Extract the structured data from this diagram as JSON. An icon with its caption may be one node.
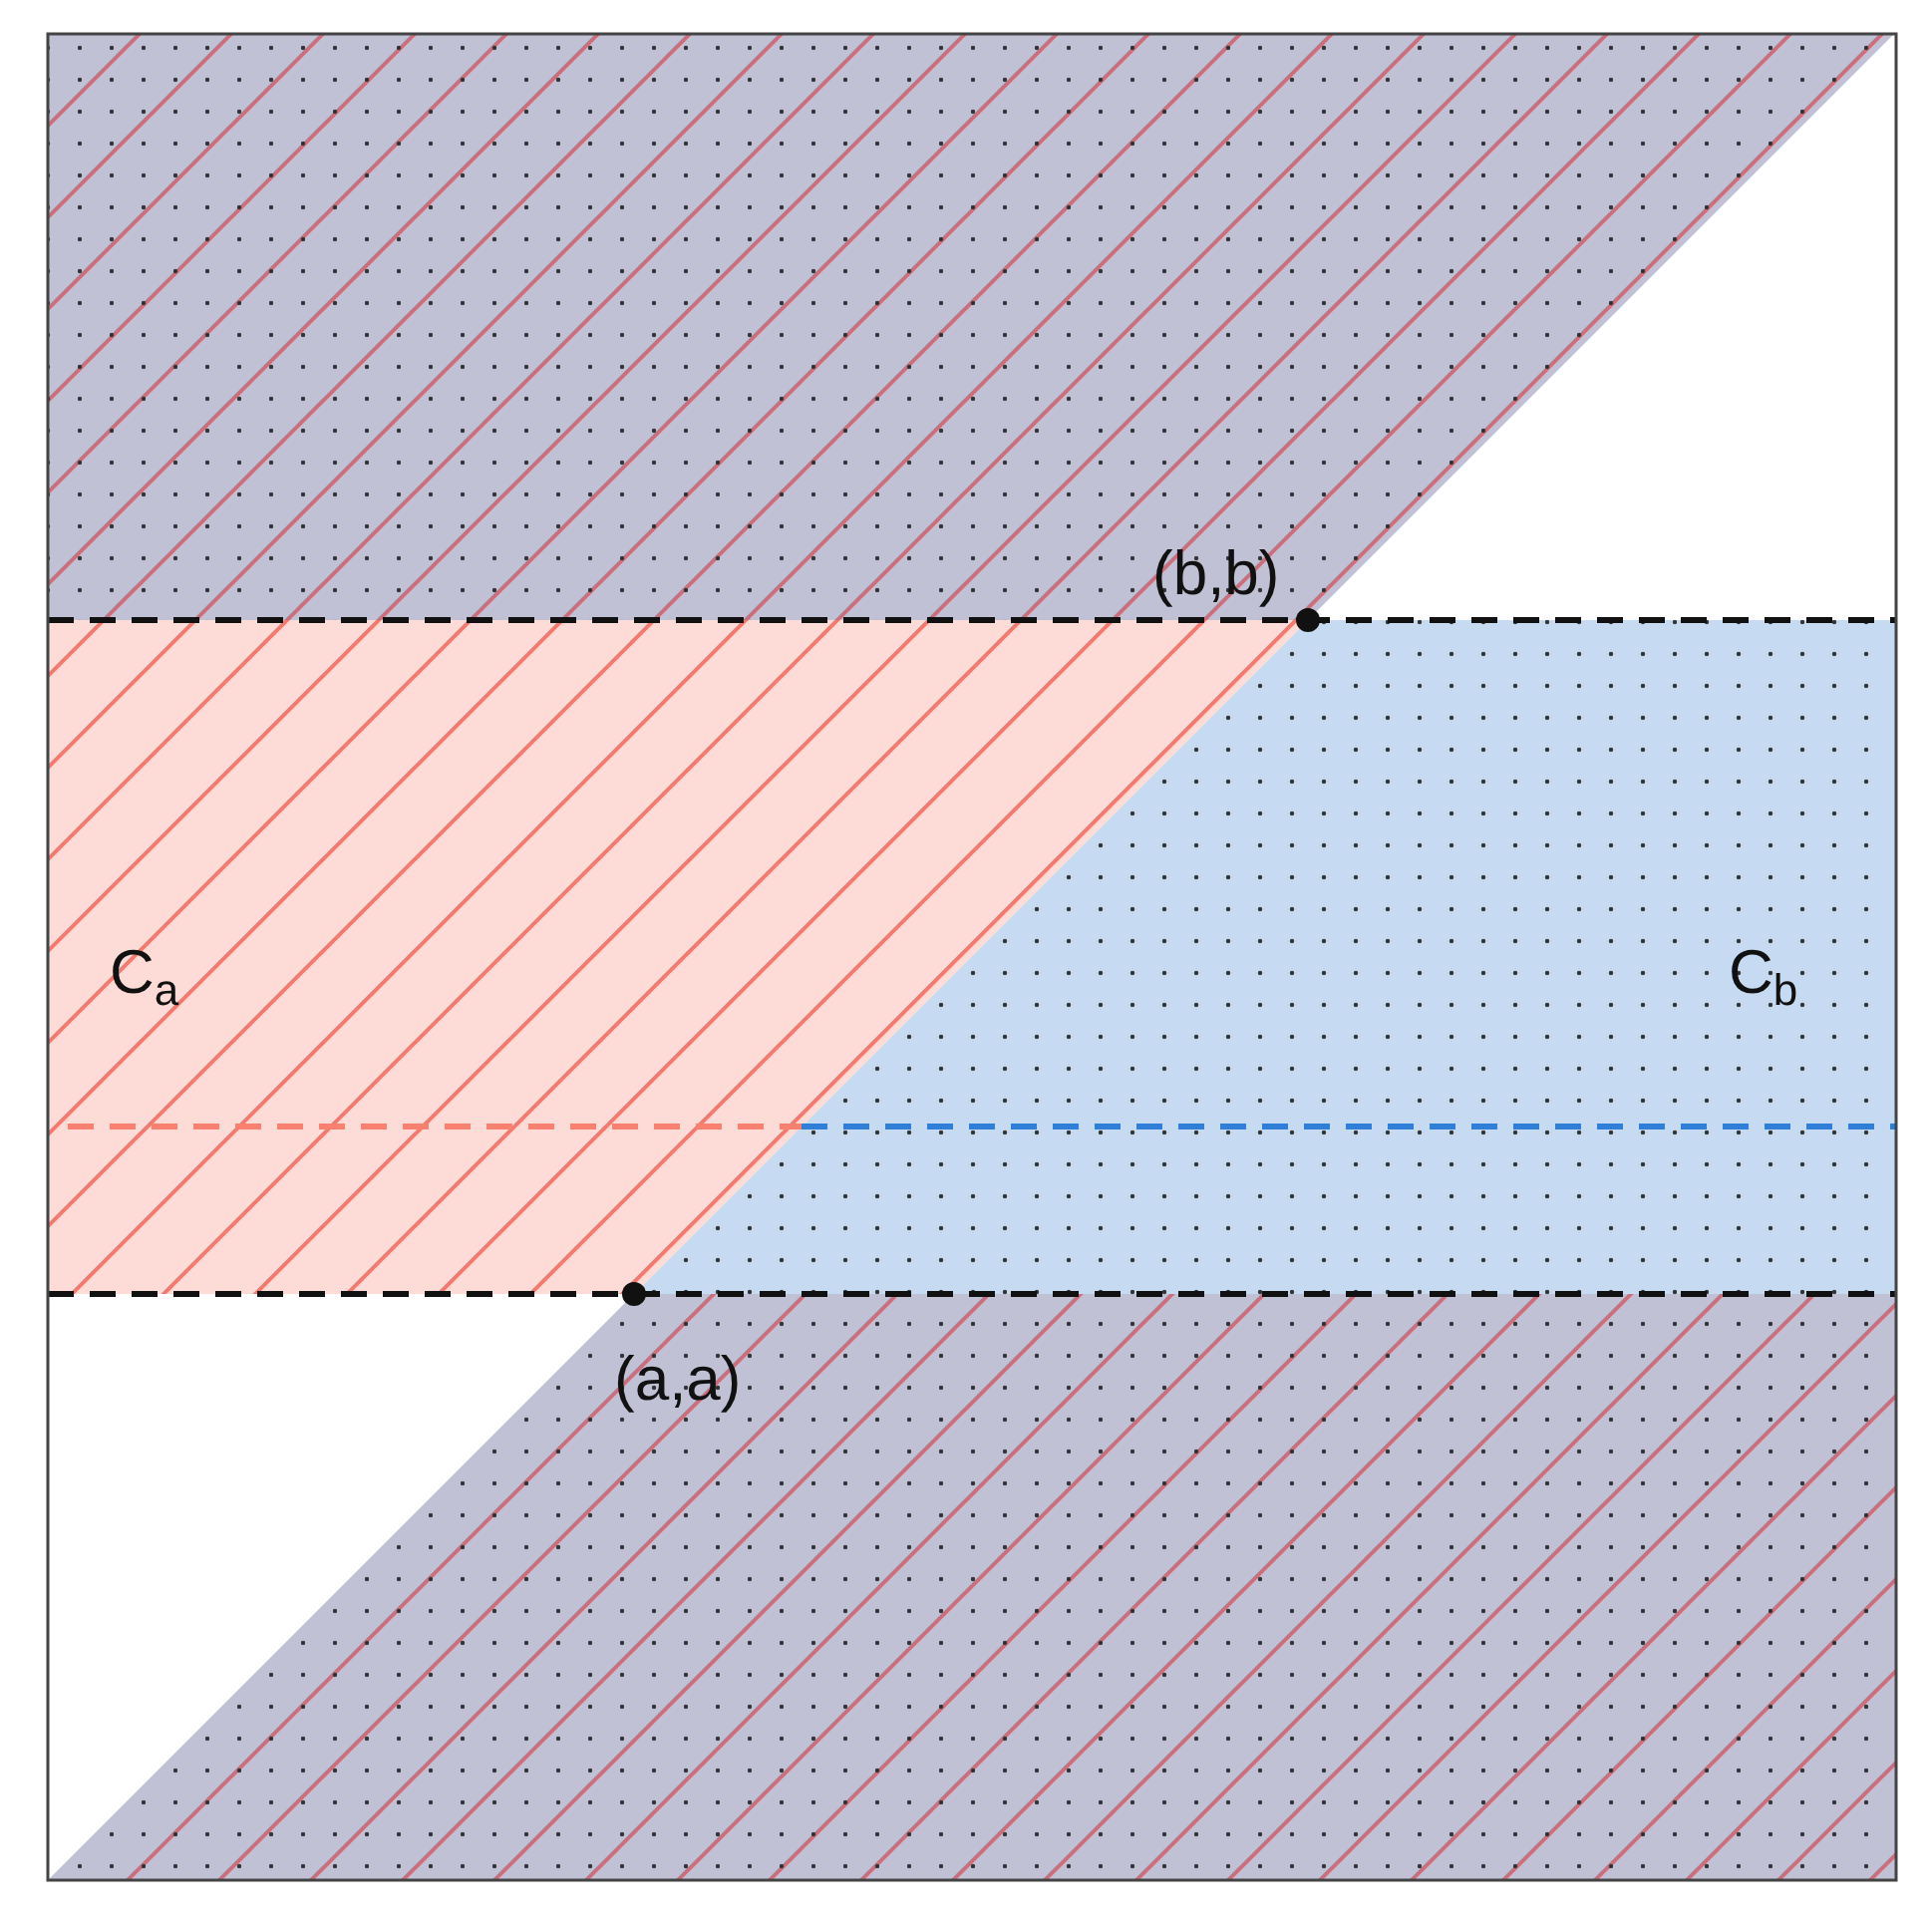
{
  "diagram": {
    "labels": [
      "C$_{a}$",
      "C$_{b}$",
      "(b,b)",
      "(a,a)"
    ]
  }
}
